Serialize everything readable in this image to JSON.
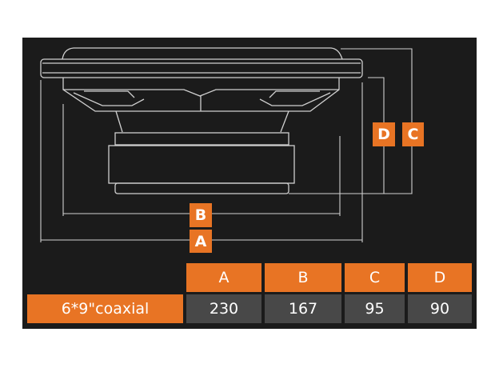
{
  "diagram": {
    "labels": {
      "a": "A",
      "b": "B",
      "c": "C",
      "d": "D"
    }
  },
  "table": {
    "headers": [
      "A",
      "B",
      "C",
      "D"
    ],
    "row": {
      "label": "6*9\"coaxial",
      "values": [
        "230",
        "167",
        "95",
        "90"
      ]
    }
  },
  "colors": {
    "accent": "#e87424",
    "panel": "#1b1b1b",
    "cell": "#484848",
    "line": "#d8d8d8"
  }
}
